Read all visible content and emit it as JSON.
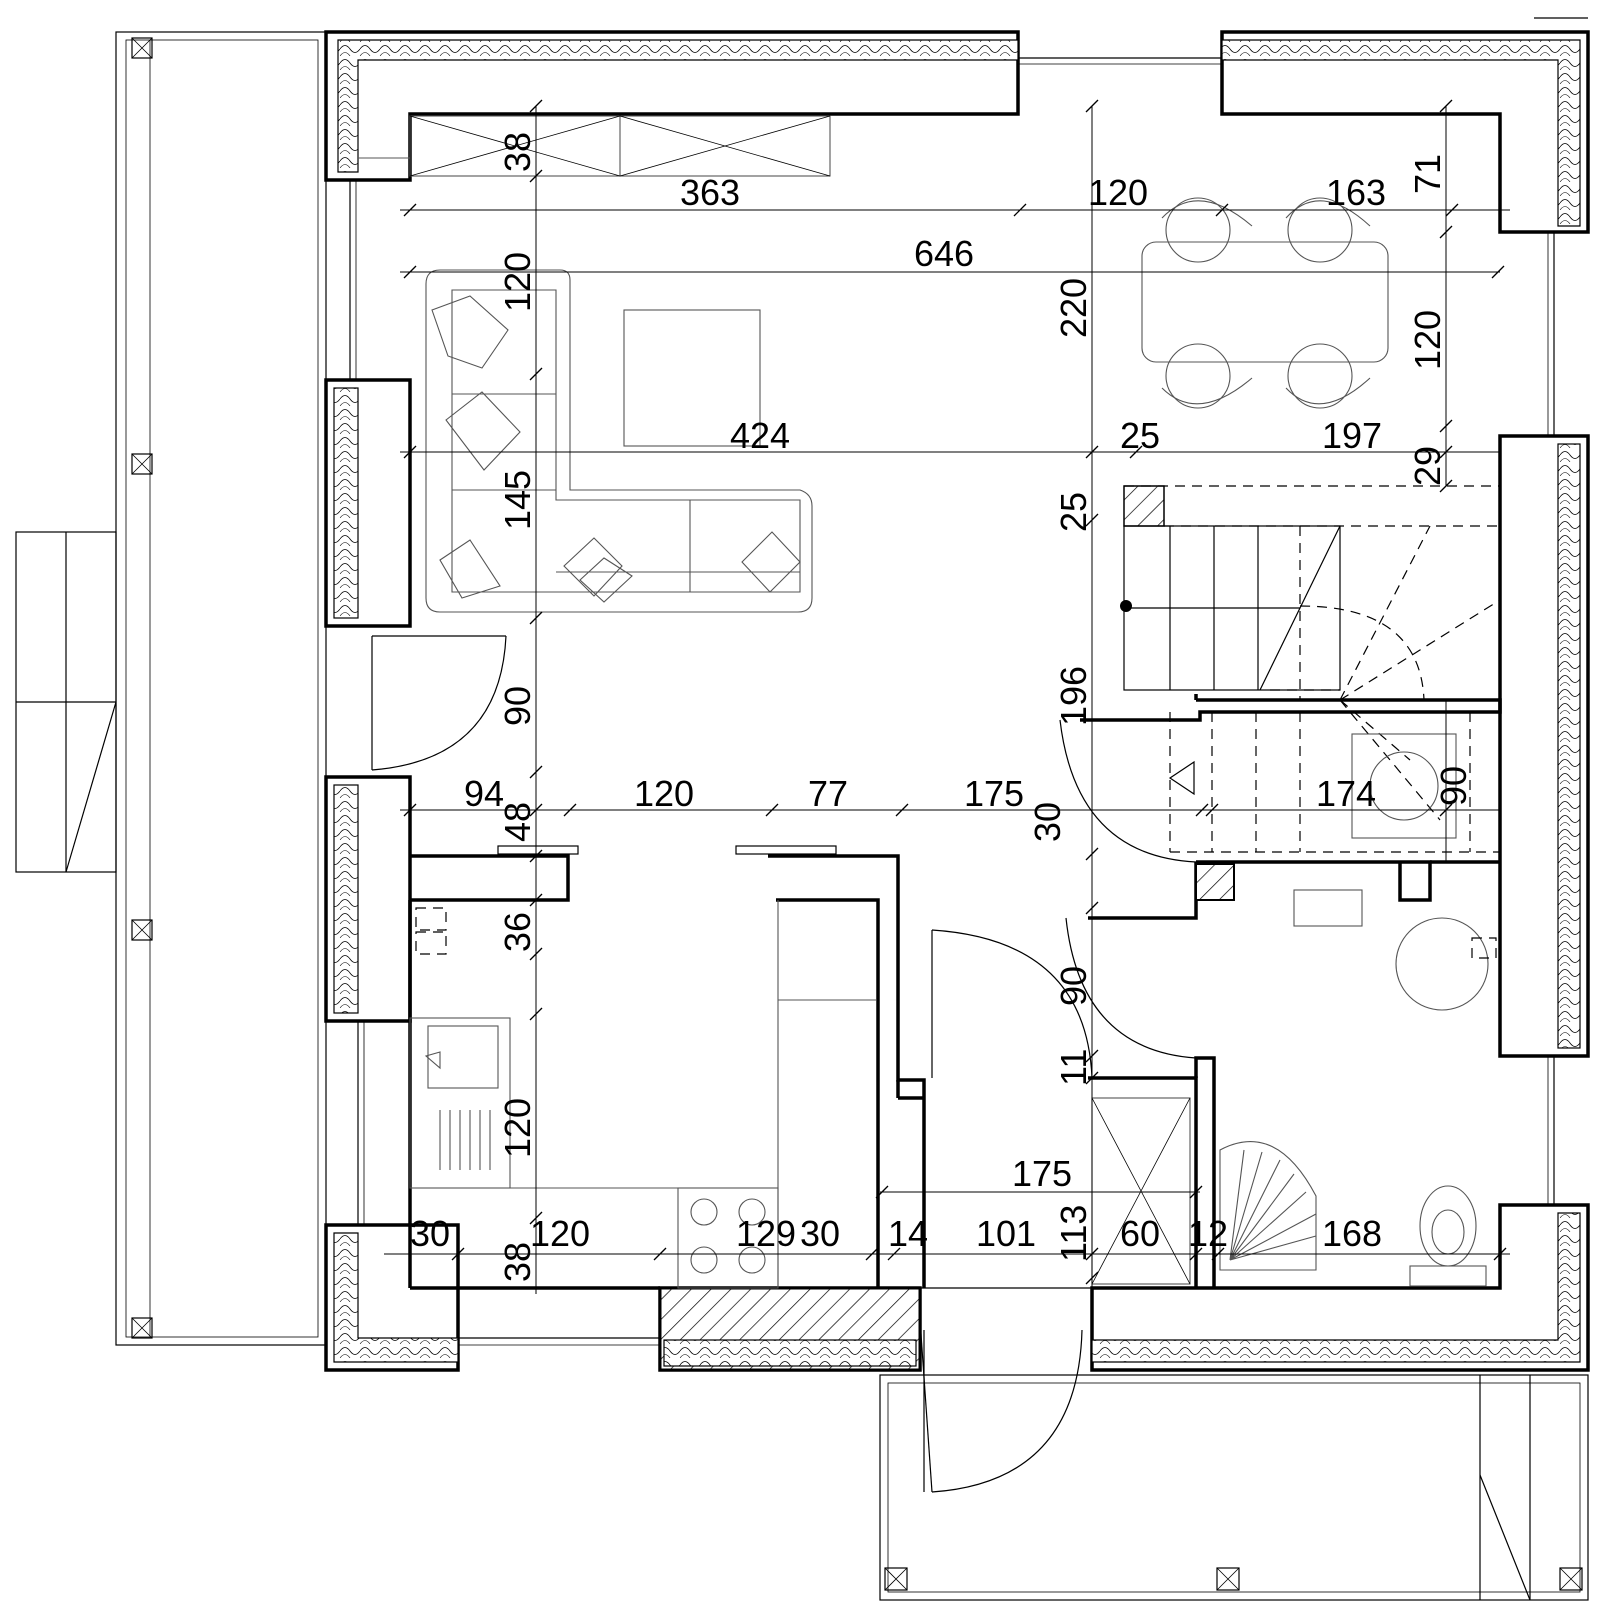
{
  "dimensions": {
    "top": {
      "d363": "363",
      "d120": "120",
      "d163": "163",
      "d71": "71",
      "d38": "38"
    },
    "living": {
      "d646": "646",
      "d120v": "120",
      "d220": "220",
      "d120r": "120"
    },
    "middle": {
      "d424": "424",
      "d25h": "25",
      "d197": "197",
      "d29": "29",
      "d25v": "25",
      "d145": "145"
    },
    "hall": {
      "d196": "196",
      "d90left": "90",
      "d94": "94",
      "d120": "120",
      "d77": "77",
      "d175": "175",
      "d174": "174",
      "d90right": "90",
      "d48": "48",
      "d30": "30"
    },
    "kitchen": {
      "d36": "36",
      "d90": "90",
      "d11": "11",
      "d120v": "120",
      "d175": "175",
      "d113": "113"
    },
    "bottom": {
      "d30": "30",
      "d38": "38",
      "d120": "120",
      "d129": "129",
      "d30b": "30",
      "d14": "14",
      "d101": "101",
      "d60": "60",
      "d12": "12",
      "d168": "168"
    }
  }
}
